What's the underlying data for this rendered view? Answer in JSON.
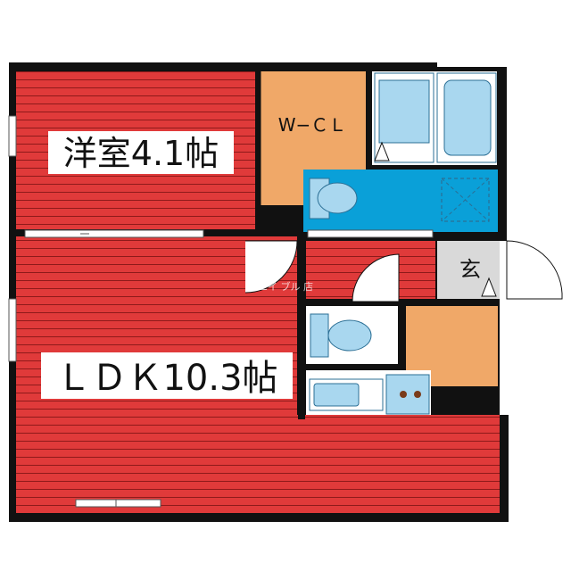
{
  "labels": {
    "western_room": "洋室4.1帖",
    "wcl": "W−ＣＬ",
    "ldk": "ＬＤＫ10.3帖",
    "entrance": "玄"
  },
  "watermark": "エイ ブル 店",
  "colors": {
    "wall": "#111111",
    "flooring": "#e03a3a",
    "flooring_line": "#8e1a1a",
    "closet": "#f0a868",
    "bath_blue": "#0aa0d8",
    "fixture": "#a9d7ef",
    "fixture_border": "#2b6f95",
    "entrance_floor": "#d9d9d9",
    "white": "#ffffff"
  }
}
